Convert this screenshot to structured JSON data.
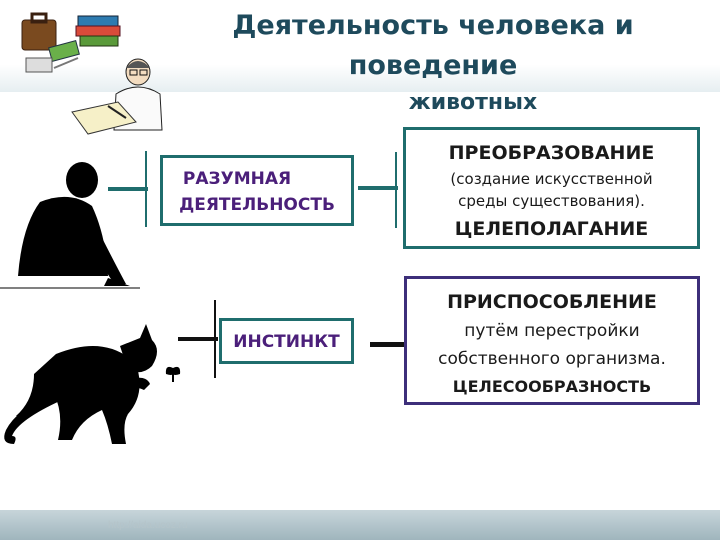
{
  "title": {
    "line1": "Деятельность человека и поведение",
    "line2": "животных"
  },
  "human_row": {
    "left_box": [
      "РАЗУМНАЯ",
      "ДЕЯТЕЛЬНОСТЬ"
    ],
    "right_box": {
      "heading": "ПРЕОБРАЗОВАНИЕ",
      "detail1": "(создание искусственной",
      "detail2": "среды существования).",
      "footer": "ЦЕЛЕПОЛАГАНИЕ"
    }
  },
  "animal_row": {
    "left_box": "ИНСТИНКТ",
    "right_box": {
      "heading": "ПРИСПОСОБЛЕНИЕ",
      "detail1": "путём перестройки",
      "detail2": "собственного организма.",
      "footer": "ЦЕЛЕСООБРАЗНОСТЬ"
    }
  },
  "footer_url": "http://aida.ucoz.ru",
  "colors": {
    "title": "#1e4a5c",
    "teal_border": "#1f6d6d",
    "purple_border": "#3d2f7a",
    "teal_text": "#4b1f7a"
  },
  "icons": [
    "books-icon",
    "scientist-icon",
    "thinking-man-icon",
    "cat-icon",
    "butterfly-icon"
  ]
}
